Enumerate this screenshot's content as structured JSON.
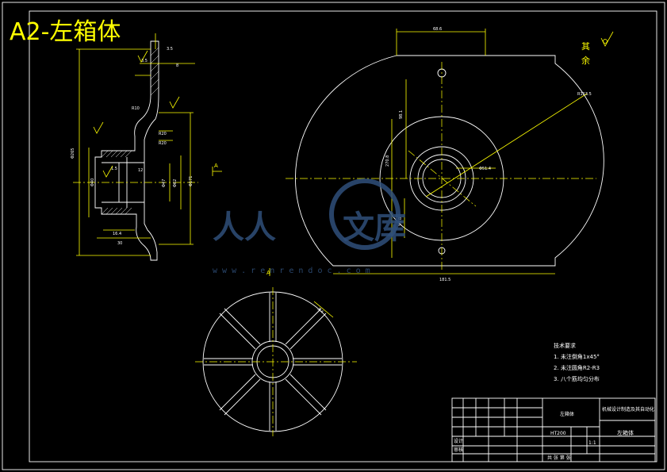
{
  "sheet": {
    "title": "A2-左箱体"
  },
  "roughness": {
    "label_line1": "其",
    "label_line2": "余"
  },
  "section": {
    "marker_left": "A",
    "marker_bottom": "A"
  },
  "watermark": {
    "text1": "人人",
    "text2": "文库",
    "url": "w w w . r e n r e n d o c . c o m"
  },
  "tech_requirements": {
    "heading": "技术要求",
    "items": [
      "1. 未注倒角1x45°",
      "2. 未注圆角R2-R3",
      "3. 八个筋均匀分布"
    ]
  },
  "title_block": {
    "part_name_top": "左箱体",
    "school": "机械设计制造及其自动化",
    "part_name": "左箱体",
    "scale": "1:1",
    "sheet_label": "共 张 第 张",
    "design": "设计",
    "check": "审核",
    "material": "HT200"
  }
}
